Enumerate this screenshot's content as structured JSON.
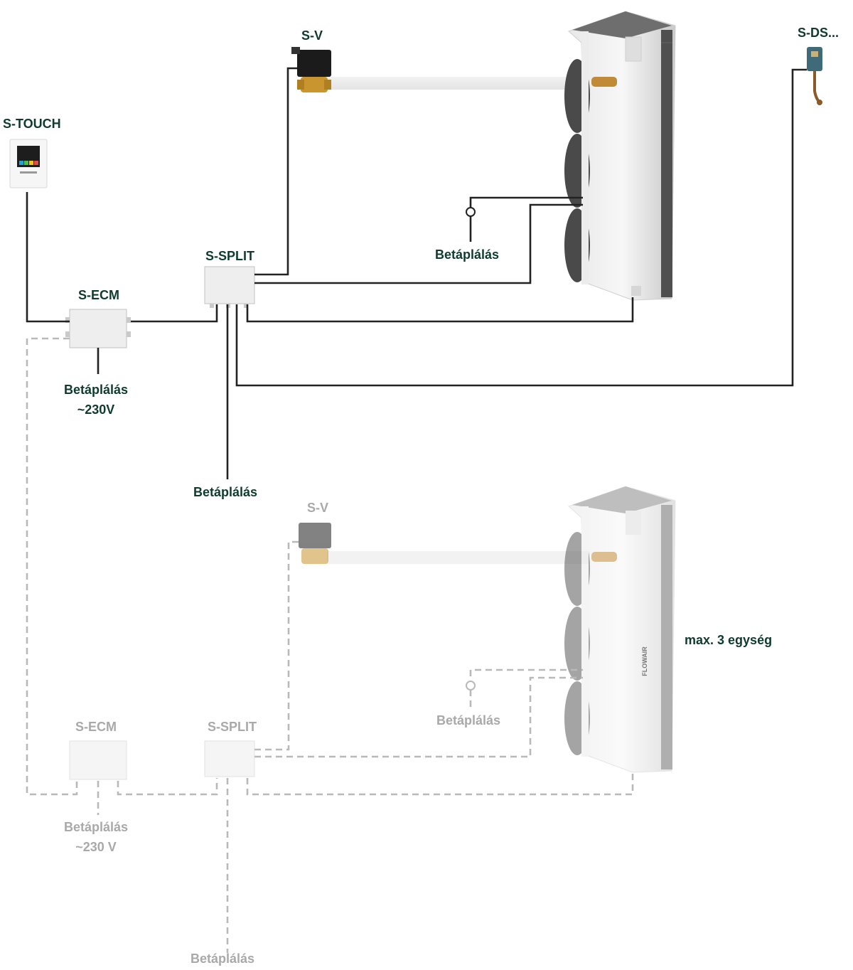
{
  "labels": {
    "s_touch": "S-TOUCH",
    "s_v": "S-V",
    "s_ds": "S-DS...",
    "s_split": "S-SPLIT",
    "s_ecm": "S-ECM",
    "betaplalas": "Betáplálás",
    "betaplalas_230": "Betáplálás\n~230V",
    "ghost_s_v": "S-V",
    "ghost_s_ecm": "S-ECM",
    "ghost_s_split": "S-SPLIT",
    "ghost_betaplalas": "Betáplálás",
    "ghost_betaplalas_230": "Betáplálás\n~230 V",
    "max_units": "max. 3 egység",
    "unit_brand": "FLOWAIR"
  },
  "colors": {
    "label": "#0f3b2e",
    "ghost_label": "#a9a9a9",
    "wire": "#222222",
    "dashed_wire": "#b9b9b9"
  }
}
